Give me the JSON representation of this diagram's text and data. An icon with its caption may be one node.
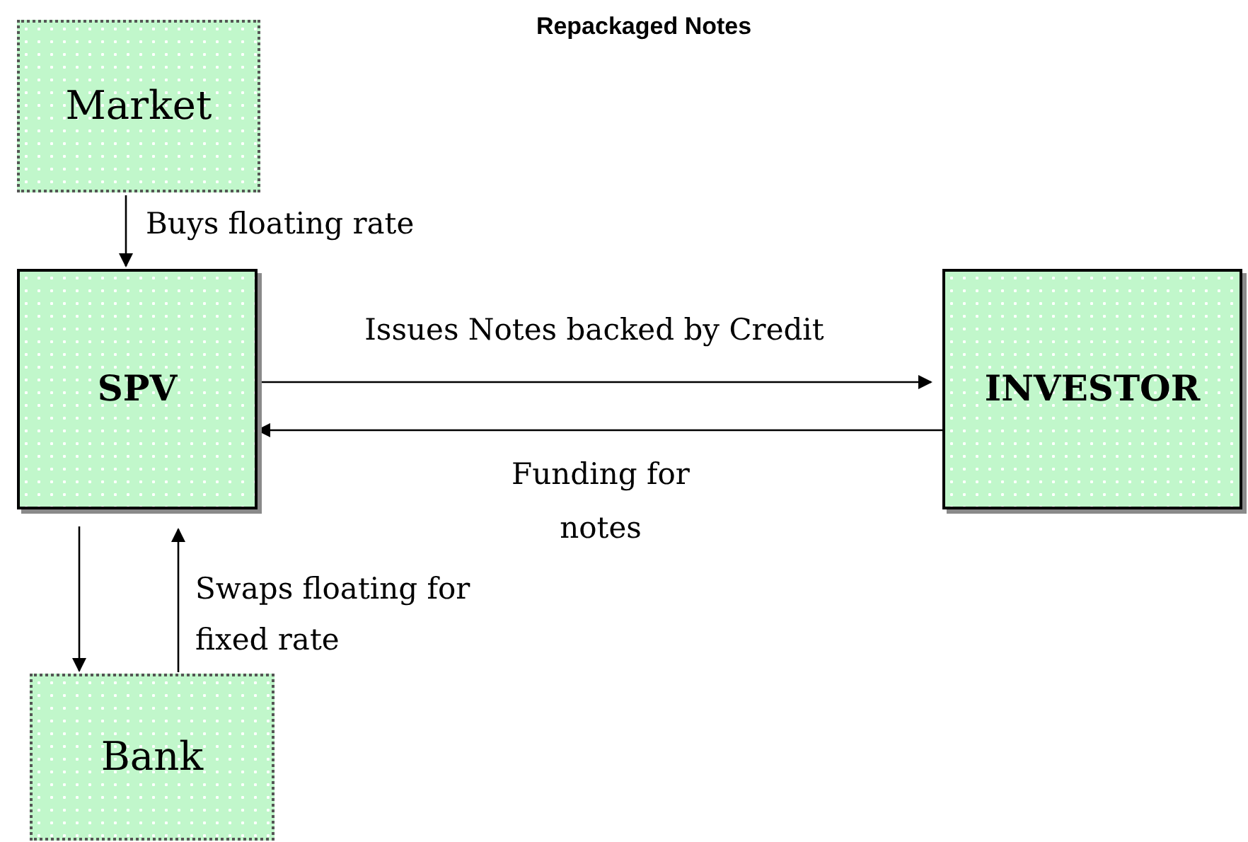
{
  "diagram": {
    "title": "Repackaged Notes",
    "nodes": [
      {
        "text": [
          "Market"
        ]
      },
      {
        "text": [
          "SPV"
        ]
      },
      {
        "text": [
          "INVESTOR"
        ]
      },
      {
        "text": [
          "Bank"
        ]
      }
    ],
    "edges": [
      {
        "from": 0,
        "to": 1,
        "arrow": "to",
        "label": "Buys floating rate"
      },
      {
        "from": 1,
        "to": 2,
        "arrow": "to",
        "label": "Issues Notes backed by Credit"
      },
      {
        "from": 2,
        "to": 1,
        "arrow": "to",
        "label": "Funding for notes"
      },
      {
        "from": 1,
        "to": 3,
        "arrow": "to"
      },
      {
        "from": 3,
        "to": 1,
        "arrow": "to",
        "label": "Swaps floating for fixed rate"
      }
    ]
  }
}
